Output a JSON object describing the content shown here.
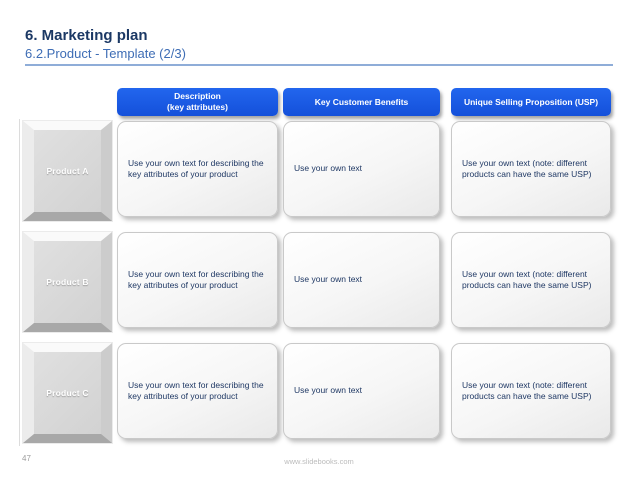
{
  "slide": {
    "title": "6. Marketing plan",
    "subtitle": "6.2.Product - Template (2/3)",
    "page_number": "47",
    "footer_url": "www.slidebooks.com"
  },
  "table": {
    "columns": [
      {
        "label": "Description\n(key attributes)"
      },
      {
        "label": "Key Customer Benefits"
      },
      {
        "label": "Unique Selling Proposition (USP)"
      }
    ],
    "rows": [
      {
        "label": "Product A",
        "cells": [
          "Use your own text for describing the key attributes of your product",
          "Use your own text",
          "Use your own text (note: different products can have the same USP)"
        ]
      },
      {
        "label": "Product B",
        "cells": [
          "Use your own text for describing the key attributes of your product",
          "Use your own text",
          "Use your own text (note: different products can have the same USP)"
        ]
      },
      {
        "label": "Product C",
        "cells": [
          "Use your own text for describing the key attributes of your product",
          "Use your own text",
          "Use your own text (note: different products can have the same USP)"
        ]
      }
    ]
  },
  "colors": {
    "header_blue": "#1757E2",
    "title_navy": "#1B3864",
    "subtitle_blue": "#3E6DB5",
    "rule_blue": "#8FADD8",
    "cell_text_navy": "#1F3864",
    "product_box_gray": "#D6D6D6"
  }
}
